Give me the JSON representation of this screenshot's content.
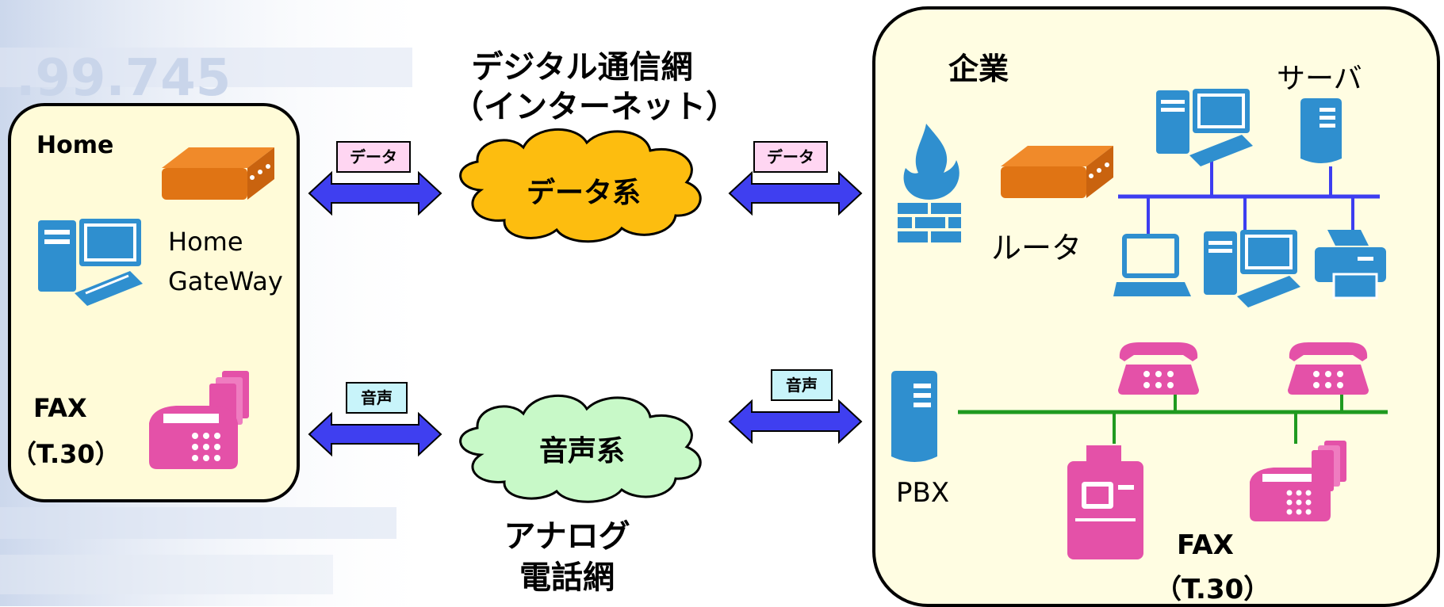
{
  "network": {
    "digital_title_line1": "デジタル通信網",
    "digital_title_line2": "（インターネット）",
    "data_cloud_label": "データ系",
    "voice_cloud_label": "音声系",
    "analog_title_line1": "アナログ",
    "analog_title_line2": "電話網",
    "data_tag": "データ",
    "voice_tag": "音声"
  },
  "home": {
    "title": "Home",
    "gateway_line1": "Home",
    "gateway_line2": "GateWay",
    "fax_line1": "FAX",
    "fax_line2": "（T.30）"
  },
  "corporate": {
    "title": "企業",
    "server_label": "サーバ",
    "router_label": "ルータ",
    "pbx_label": "PBX",
    "fax_line1": "FAX",
    "fax_line2": "（T.30）"
  },
  "colors": {
    "device_blue": "#2f8fcf",
    "router_orange": "#e07414",
    "fax_pink": "#e451a8",
    "data_cloud": "#fdbd0f",
    "voice_cloud": "#c8f9c8",
    "arrow_blue": "#3f3ff0",
    "lan_blue": "#3d3df0",
    "phone_green": "#1f9a1f"
  }
}
